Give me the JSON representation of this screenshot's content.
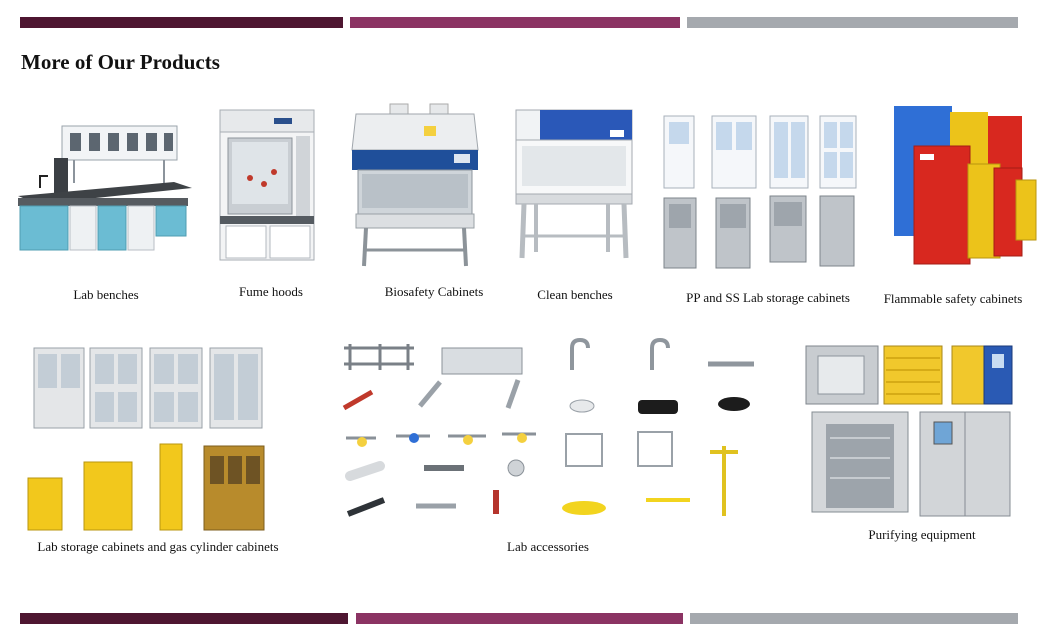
{
  "heading": "More of Our Products",
  "colors": {
    "bar_dark": "#4e1631",
    "bar_magenta": "#8b3363",
    "bar_gray": "#a5a9ae",
    "cabinet_red": "#d8281f",
    "cabinet_yellow": "#ecc31a",
    "cabinet_blue": "#2f6fd6",
    "accent_blue": "#1f4f9a",
    "bench_teal": "#6bbcd3"
  },
  "products": [
    {
      "label": "Lab benches",
      "icon": "lab-bench-icon"
    },
    {
      "label": "Fume hoods",
      "icon": "fume-hood-icon"
    },
    {
      "label": "Biosafety Cabinets",
      "icon": "biosafety-cabinet-icon"
    },
    {
      "label": "Clean benches",
      "icon": "clean-bench-icon"
    },
    {
      "label": "PP and SS Lab storage cabinets",
      "icon": "storage-cabinet-icon"
    },
    {
      "label": "Flammable safety cabinets",
      "icon": "flammable-cabinet-icon"
    },
    {
      "label": "Lab storage cabinets and gas cylinder cabinets",
      "icon": "gas-cylinder-cabinet-icon"
    },
    {
      "label": "Lab accessories",
      "icon": "lab-accessories-icon"
    },
    {
      "label": "Purifying equipment",
      "icon": "purifying-equipment-icon"
    }
  ]
}
